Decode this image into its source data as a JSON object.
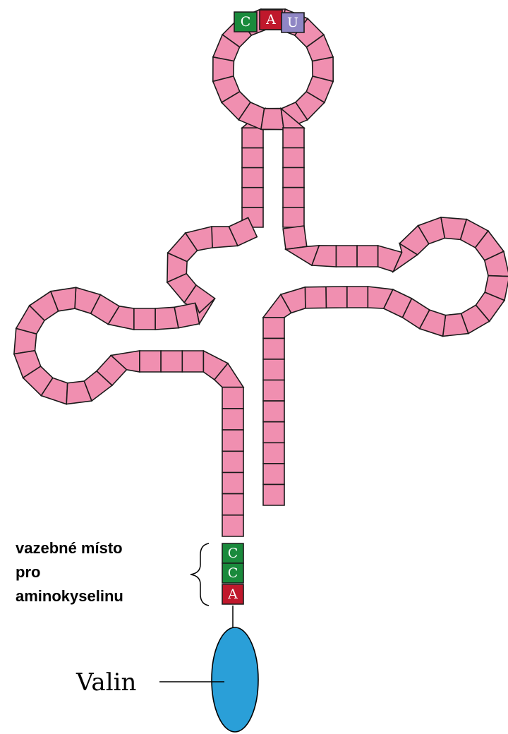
{
  "colors": {
    "strand": "#f08fb0",
    "outline": "#1a1a1a",
    "anticodon_C": "#1a8a3c",
    "anticodon_A": "#c0182c",
    "anticodon_U": "#8f86c4",
    "amino_acid": "#2a9fd8"
  },
  "anticodon": [
    {
      "letter": "C",
      "color": "#1a8a3c"
    },
    {
      "letter": "A",
      "color": "#c0182c"
    },
    {
      "letter": "U",
      "color": "#8f86c4"
    }
  ],
  "acceptor_end": [
    {
      "letter": "C",
      "color": "#1a8a3c"
    },
    {
      "letter": "C",
      "color": "#1a8a3c"
    },
    {
      "letter": "A",
      "color": "#c0182c"
    }
  ],
  "binding_site_label": [
    "vazebné místo",
    "pro",
    "aminokyselinu"
  ],
  "amino_acid_label": "Valin"
}
